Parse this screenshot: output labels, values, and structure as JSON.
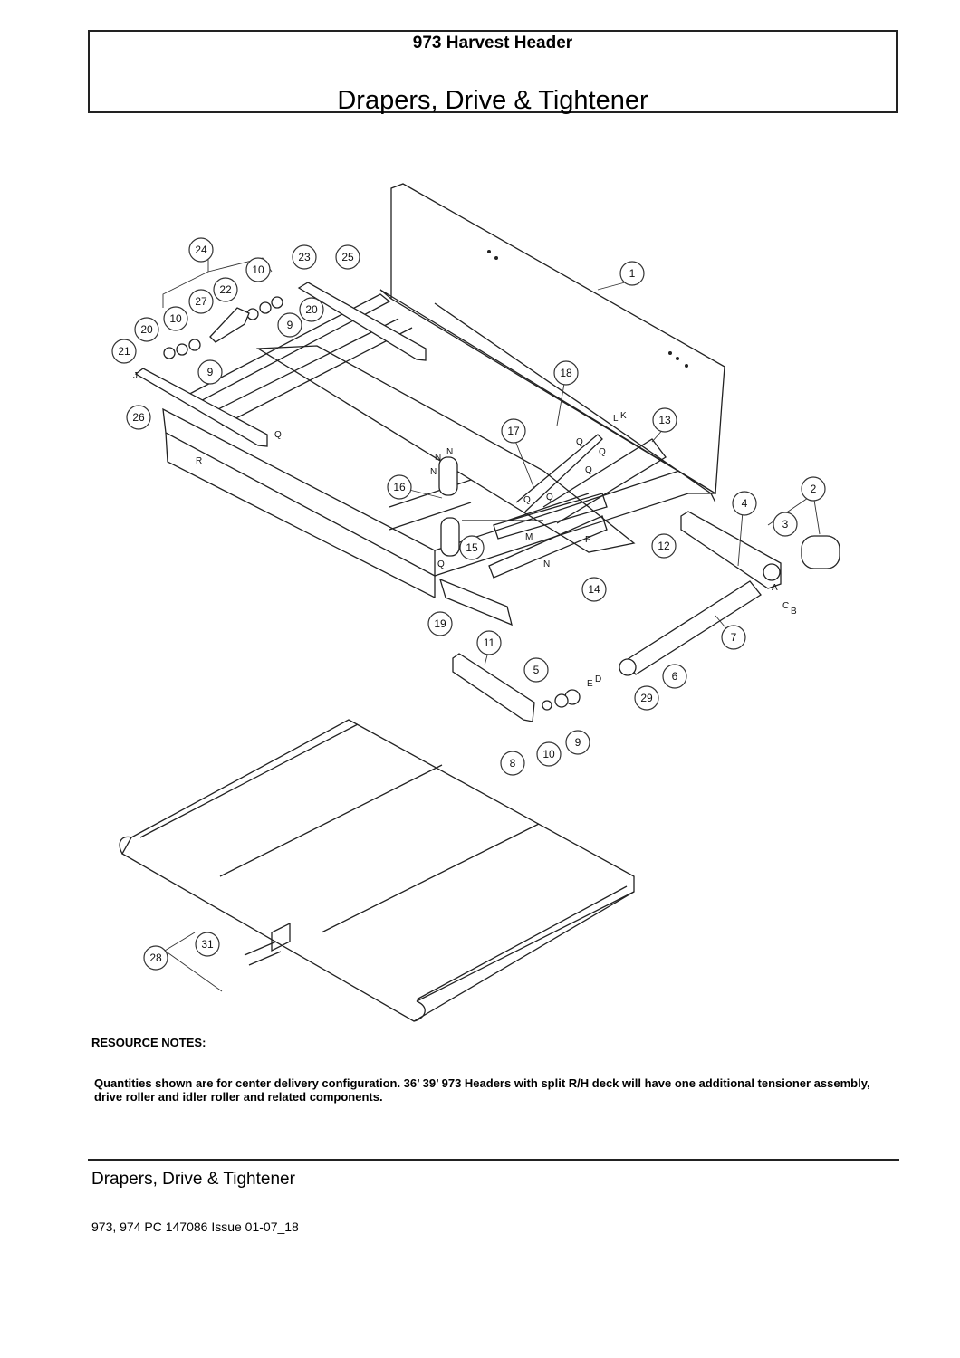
{
  "header": {
    "model": "973 Harvest Header",
    "title": "Drapers, Drive & Tightener"
  },
  "diagram": {
    "callouts": [
      "1",
      "2",
      "3",
      "4",
      "5",
      "6",
      "7",
      "8",
      "9",
      "10",
      "11",
      "12",
      "13",
      "14",
      "15",
      "16",
      "17",
      "18",
      "19",
      "20",
      "21",
      "22",
      "23",
      "24",
      "25",
      "26",
      "27",
      "28",
      "29",
      "31"
    ],
    "letters": [
      "A",
      "B",
      "C",
      "D",
      "E",
      "J",
      "K",
      "L",
      "M",
      "N",
      "P",
      "Q",
      "R"
    ]
  },
  "notes": {
    "heading": "RESOURCE NOTES:",
    "body": "Quantities shown are for center delivery configuration. 36’ 39’ 973 Headers with split R/H deck will have one additional tensioner assembly, drive roller and idler roller and related components."
  },
  "footer": {
    "title": "Drapers, Drive & Tightener",
    "doc_id": "973, 974 PC 147086 Issue 01-07_18"
  }
}
